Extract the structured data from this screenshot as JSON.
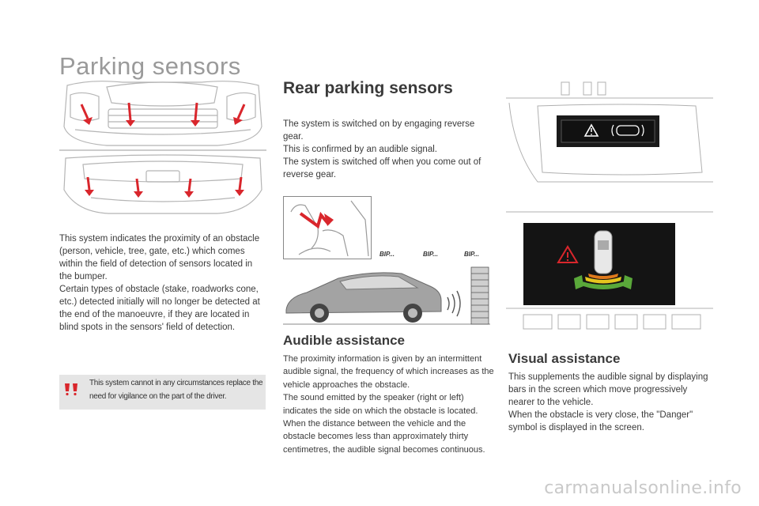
{
  "page": {
    "title": "Parking sensors",
    "watermark": "carmanualsonline.info"
  },
  "left_column": {
    "body": "This system indicates the proximity of an obstacle (person, vehicle, tree, gate, etc.) which comes within the field of detection of sensors located in the bumper.\nCertain types of obstacle (stake, roadworks cone, etc.) detected initially will no longer be detected at the end of the manoeuvre, if they are located in blind spots in the sensors' field of detection.",
    "warning": "This system cannot in any circumstances replace the need for vigilance on the part of the driver."
  },
  "rear_sensors": {
    "title": "Rear parking sensors",
    "body": "The system is switched on by engaging reverse gear.\nThis is confirmed by an audible signal.\nThe system is switched off when you come out of reverse gear.",
    "beeps": [
      "BIP...",
      "BIP...",
      "BIP..."
    ]
  },
  "audible": {
    "title": "Audible assistance",
    "body": "The proximity information is given by an intermittent audible signal, the frequency of which increases as the vehicle approaches the obstacle.\nThe sound emitted by the speaker (right or left) indicates the side on which the obstacle is located.\nWhen the distance between the vehicle and the obstacle becomes less than approximately thirty centimetres, the audible signal becomes continuous."
  },
  "visual": {
    "title": "Visual assistance",
    "body": "This supplements the audible signal by displaying bars in the screen which move progressively nearer to the vehicle.\nWhen the obstacle is very close, the \"Danger\" symbol is displayed in the screen."
  },
  "colors": {
    "arrow_red": "#d9262c",
    "bar_green": "#5aa83a",
    "bar_yellow": "#e6c51e",
    "bar_orange": "#e07a1c",
    "warning_red": "#d9262c"
  }
}
